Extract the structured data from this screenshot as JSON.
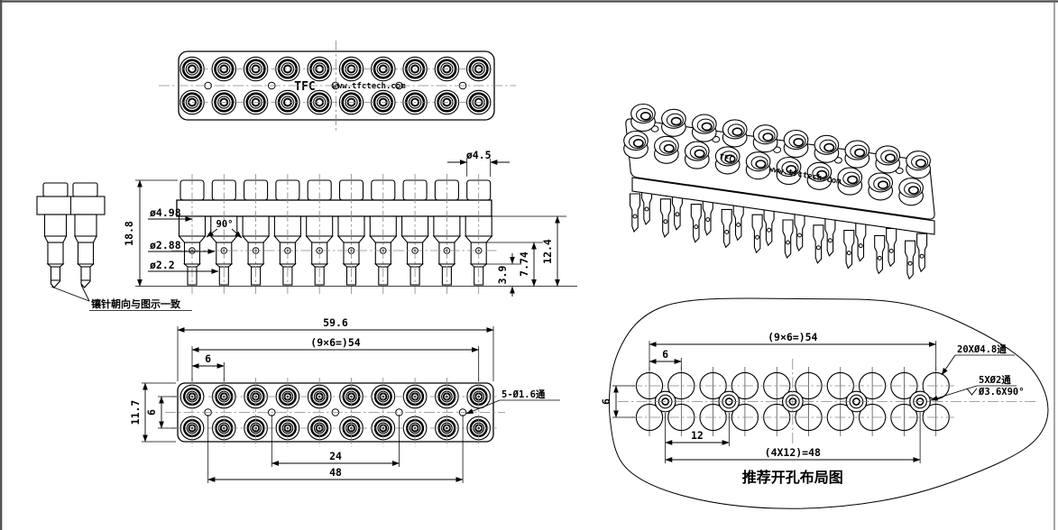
{
  "watermark": {
    "logo": "TFC",
    "url": "www.tfctech.com"
  },
  "views": {
    "side": {
      "note": "镶针朝向与图示一致"
    },
    "front": {
      "dim_height": "18.8",
      "dim_cap": "ø4.5",
      "dim_barrel": "ø4.98",
      "dim_angle": "90°",
      "dim_mid": "ø2.88",
      "dim_pin": "ø2.2",
      "dim_len": "12.4",
      "dim_mid_len": "7.74",
      "dim_tip_len": "3.9"
    },
    "bottom": {
      "dim_width": "59.6",
      "dim_span": "(9×6=)54",
      "dim_pitch": "6",
      "dim_height": "11.7",
      "dim_row": "6",
      "dim_24": "24",
      "dim_48": "48",
      "label_holes": "5-Ø1.6通"
    },
    "layout": {
      "title": "推荐开孔布局图",
      "dim_span": "(9×6=)54",
      "dim_pitch": "6",
      "dim_row": "6",
      "dim_12": "12",
      "dim_48": "(4X12)=48",
      "label_big": "20XØ4.8通",
      "label_small": "5XØ2通",
      "label_csink": "Ø3.6X90°"
    }
  }
}
